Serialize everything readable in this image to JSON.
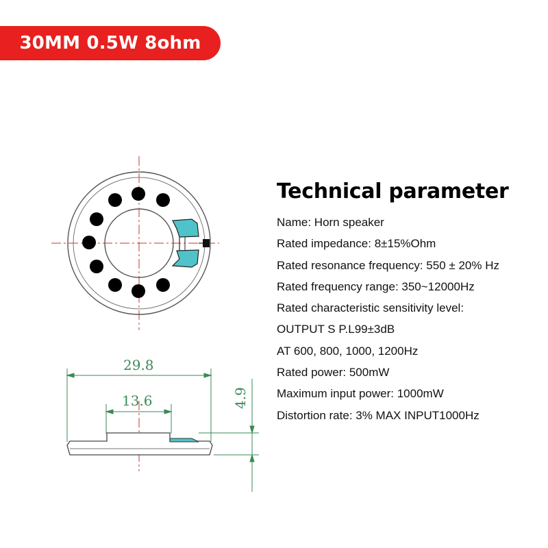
{
  "badge": {
    "label": "30MM 0.5W 8ohm"
  },
  "diagram": {
    "dim_outer": "29.8",
    "dim_inner": "13.6",
    "dim_height": "4.9"
  },
  "params": {
    "title": "Technical parameter",
    "lines": [
      "Name: Horn speaker",
      "Rated impedance: 8±15%Ohm",
      "Rated resonance frequency: 550 ± 20% Hz",
      "Rated frequency range: 350~12000Hz",
      "Rated characteristic sensitivity level:",
      "OUTPUT S P.L99±3dB",
      "AT 600, 800, 1000, 1200Hz",
      "Rated power: 500mW",
      "Maximum input power: 1000mW",
      "Distortion rate: 3% MAX INPUT1000Hz"
    ]
  },
  "colors": {
    "badge": "#e8201f",
    "dimension": "#3a8a55",
    "centerline": "#c0392b",
    "terminal": "#4fc3c9"
  }
}
